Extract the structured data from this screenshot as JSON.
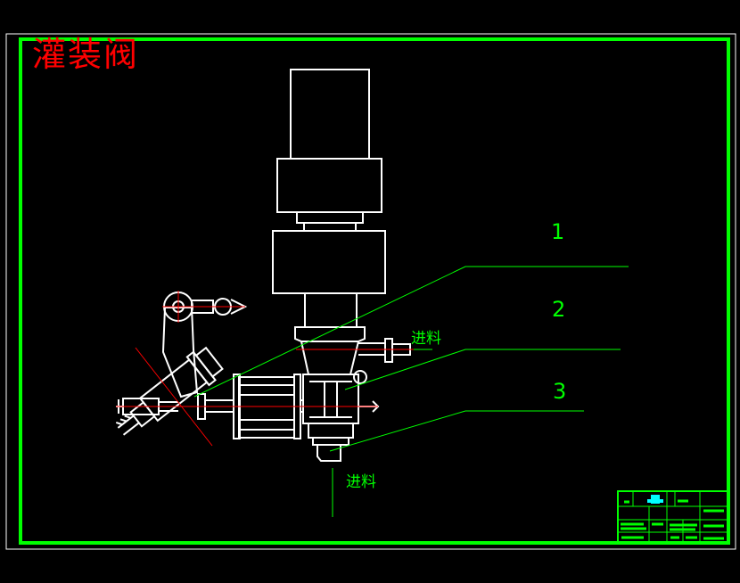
{
  "drawing": {
    "title": "灌装阀",
    "part_numbers": [
      "1",
      "2",
      "3"
    ],
    "flow_label_inlet_right": "进料",
    "flow_label_inlet_bottom": "进料",
    "colors": {
      "background": "#000000",
      "frame": "#00ff00",
      "outline": "#ffffff",
      "leader": "#00ff00",
      "title": "#ff0000",
      "centerline": "#ff0000",
      "titleblock_text": "#00ff00",
      "titleblock_logo": "#00ffff"
    }
  }
}
